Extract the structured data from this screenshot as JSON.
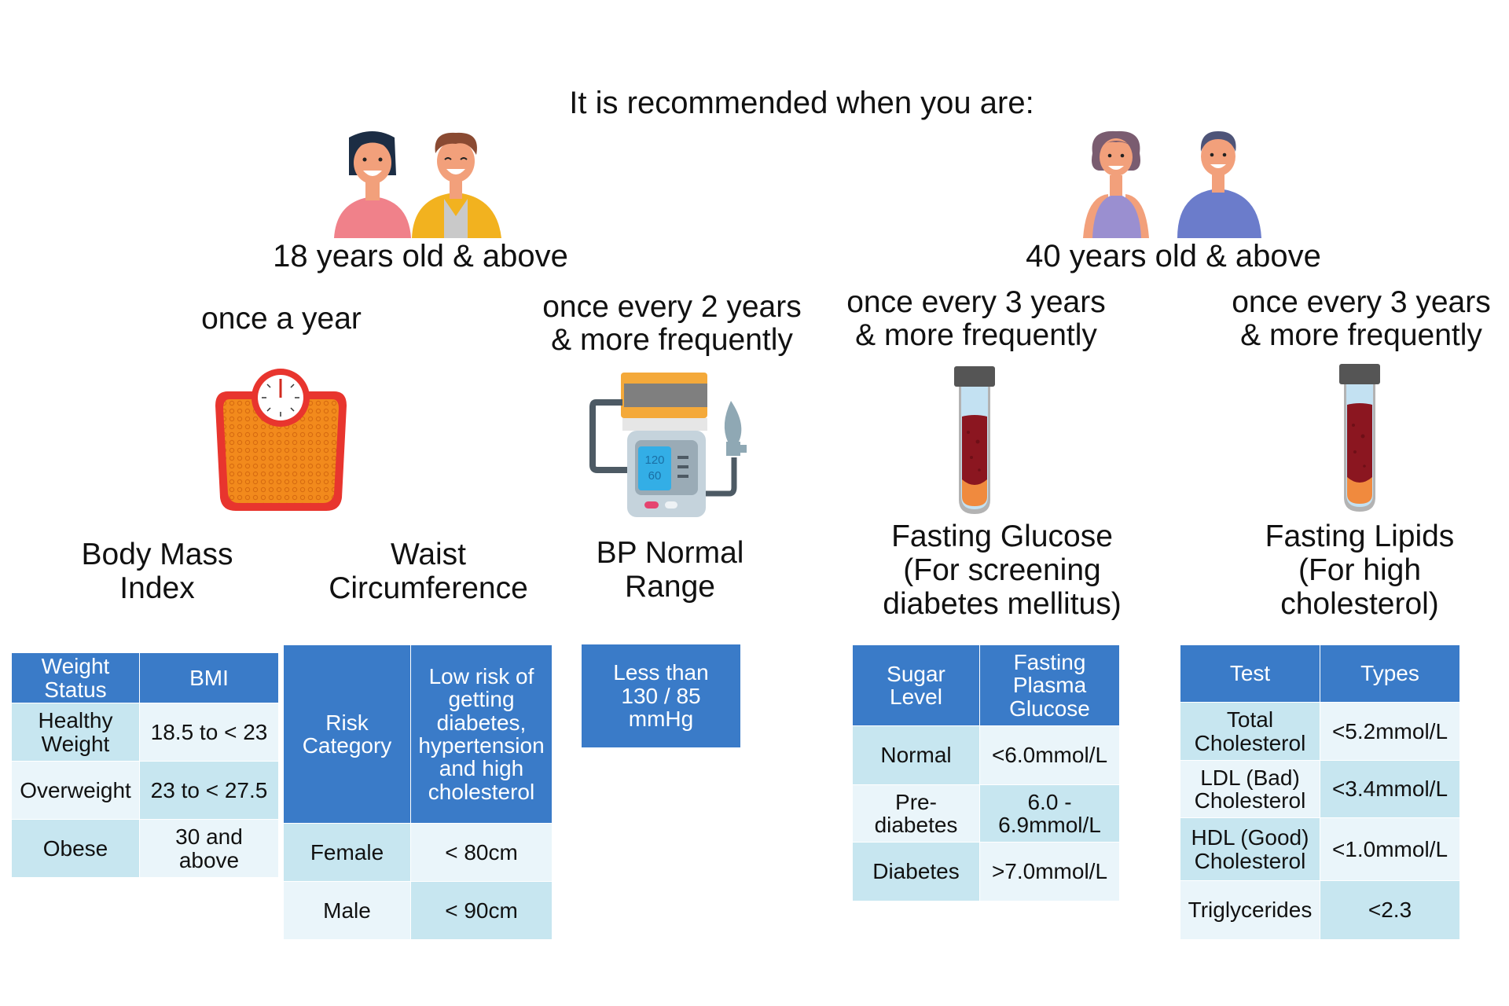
{
  "title": "It is recommended when you are:",
  "groups": [
    {
      "age_label": "18 years old & above",
      "illustration": "young-adults-illustration"
    },
    {
      "age_label": "40 years old & above",
      "illustration": "middle-aged-adults-illustration"
    }
  ],
  "frequencies": {
    "bmi": "once a year",
    "bp": "once every 2 years\n& more frequently",
    "glucose": "once every 3 years\n& more frequently",
    "lipids": "once every 3 years\n& more frequently"
  },
  "icons": {
    "bmi": "weighing-scale-icon",
    "bp": "blood-pressure-monitor-icon",
    "bp_display": {
      "systolic": "120",
      "diastolic": "60"
    },
    "glucose": "blood-test-tube-icon",
    "lipids": "blood-test-tube-icon"
  },
  "headings": {
    "bmi": "Body Mass\nIndex",
    "waist": "Waist\nCircumference",
    "bp": "BP Normal\nRange",
    "glucose": "Fasting Glucose\n(For screening\ndiabetes mellitus)",
    "lipids": "Fasting Lipids\n(For high\ncholesterol)"
  },
  "bmi_table": {
    "headers": [
      "Weight\nStatus",
      "BMI"
    ],
    "rows": [
      [
        "Healthy\nWeight",
        "18.5 to < 23"
      ],
      [
        "Overweight",
        "23 to < 27.5"
      ],
      [
        "Obese",
        "30 and\nabove"
      ]
    ]
  },
  "waist_table": {
    "headers": [
      "Risk\nCategory",
      "Low risk of\ngetting\ndiabetes,\nhypertension\nand high\ncholesterol"
    ],
    "rows": [
      [
        "Female",
        "< 80cm"
      ],
      [
        "Male",
        "< 90cm"
      ]
    ]
  },
  "bp_table": {
    "value": "Less than\n130 / 85\nmmHg"
  },
  "glucose_table": {
    "headers": [
      "Sugar\nLevel",
      "Fasting\nPlasma\nGlucose"
    ],
    "rows": [
      [
        "Normal",
        "<6.0mmol/L"
      ],
      [
        "Pre-\ndiabetes",
        "6.0 -\n6.9mmol/L"
      ],
      [
        "Diabetes",
        ">7.0mmol/L"
      ]
    ]
  },
  "lipids_table": {
    "headers": [
      "Test",
      "Types"
    ],
    "rows": [
      [
        "Total\nCholesterol",
        "<5.2mmol/L"
      ],
      [
        "LDL (Bad)\nCholesterol",
        "<3.4mmol/L"
      ],
      [
        "HDL (Good)\nCholesterol",
        "<1.0mmol/L"
      ],
      [
        "Triglycerides",
        "<2.3"
      ]
    ]
  },
  "colors": {
    "header_blue": "#3a7bc8",
    "cell_light_cyan": "#c7e6f0",
    "cell_pale": "#eaf5fa"
  }
}
